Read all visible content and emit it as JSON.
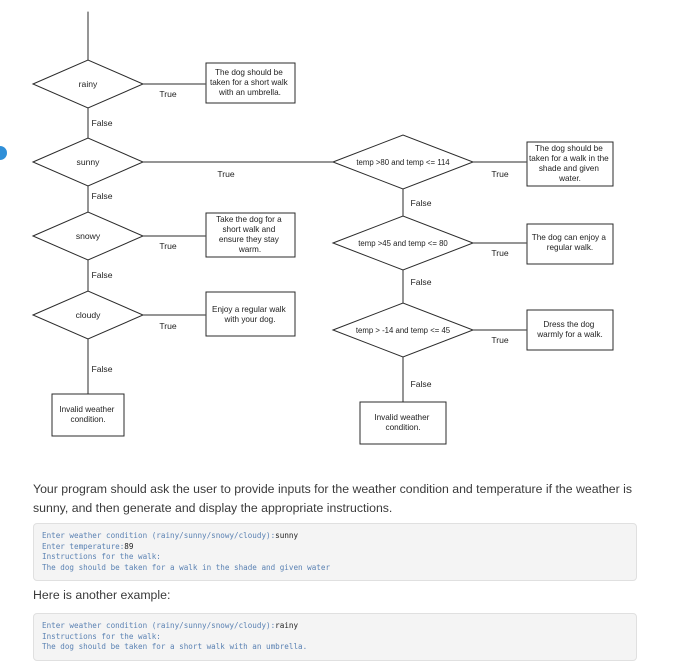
{
  "flowchart": {
    "conditions": {
      "rainy": "rainy",
      "sunny": "sunny",
      "snowy": "snowy",
      "cloudy": "cloudy",
      "temp_high": "temp >80  and temp <= 114",
      "temp_mid": "temp >45  and temp <= 80",
      "temp_low": "temp > -14  and temp <= 45"
    },
    "labels": {
      "true": "True",
      "false": "False"
    },
    "outcomes": {
      "rainy": [
        "The dog should be",
        "taken for a short walk",
        "with an umbrella."
      ],
      "snowy": [
        "Take the dog for a",
        "short walk and",
        "ensure they stay",
        "warm."
      ],
      "cloudy": [
        "Enjoy a regular walk",
        "with your dog."
      ],
      "invalid_left": [
        "Invalid weather",
        "condition."
      ],
      "temp_high": [
        "The dog should be",
        "taken for a walk in the",
        "shade and given",
        "water."
      ],
      "temp_mid": [
        "The dog can enjoy a",
        "regular walk."
      ],
      "temp_low": [
        "Dress the dog",
        "warmly for a walk."
      ],
      "invalid_right": [
        "Invalid weather",
        "condition."
      ]
    }
  },
  "content": {
    "paragraph": "Your program should ask the user to provide inputs for the weather condition and temperature if the weather is sunny, and then generate and display the appropriate instructions.",
    "example1": [
      {
        "prompt": "Enter weather condition (rainy/sunny/snowy/cloudy):",
        "input": "sunny"
      },
      {
        "prompt": "Enter temperature:",
        "input": "89"
      },
      {
        "prompt": "Instructions for the walk:",
        "input": ""
      },
      {
        "prompt": "The dog should be taken for a walk in the shade and given water",
        "input": ""
      }
    ],
    "subheading": "Here is another example:",
    "example2": [
      {
        "prompt": "Enter weather condition (rainy/sunny/snowy/cloudy):",
        "input": "rainy"
      },
      {
        "prompt": "Instructions for the walk:",
        "input": ""
      },
      {
        "prompt": "The dog should be taken for a short walk with an umbrella.",
        "input": ""
      }
    ]
  },
  "colors": {
    "stroke": "#2b2b2b",
    "code_prompt": "#5b82b3",
    "code_input": "#222222",
    "code_bg": "#f4f4f4",
    "marker": "#2f8fd8"
  }
}
